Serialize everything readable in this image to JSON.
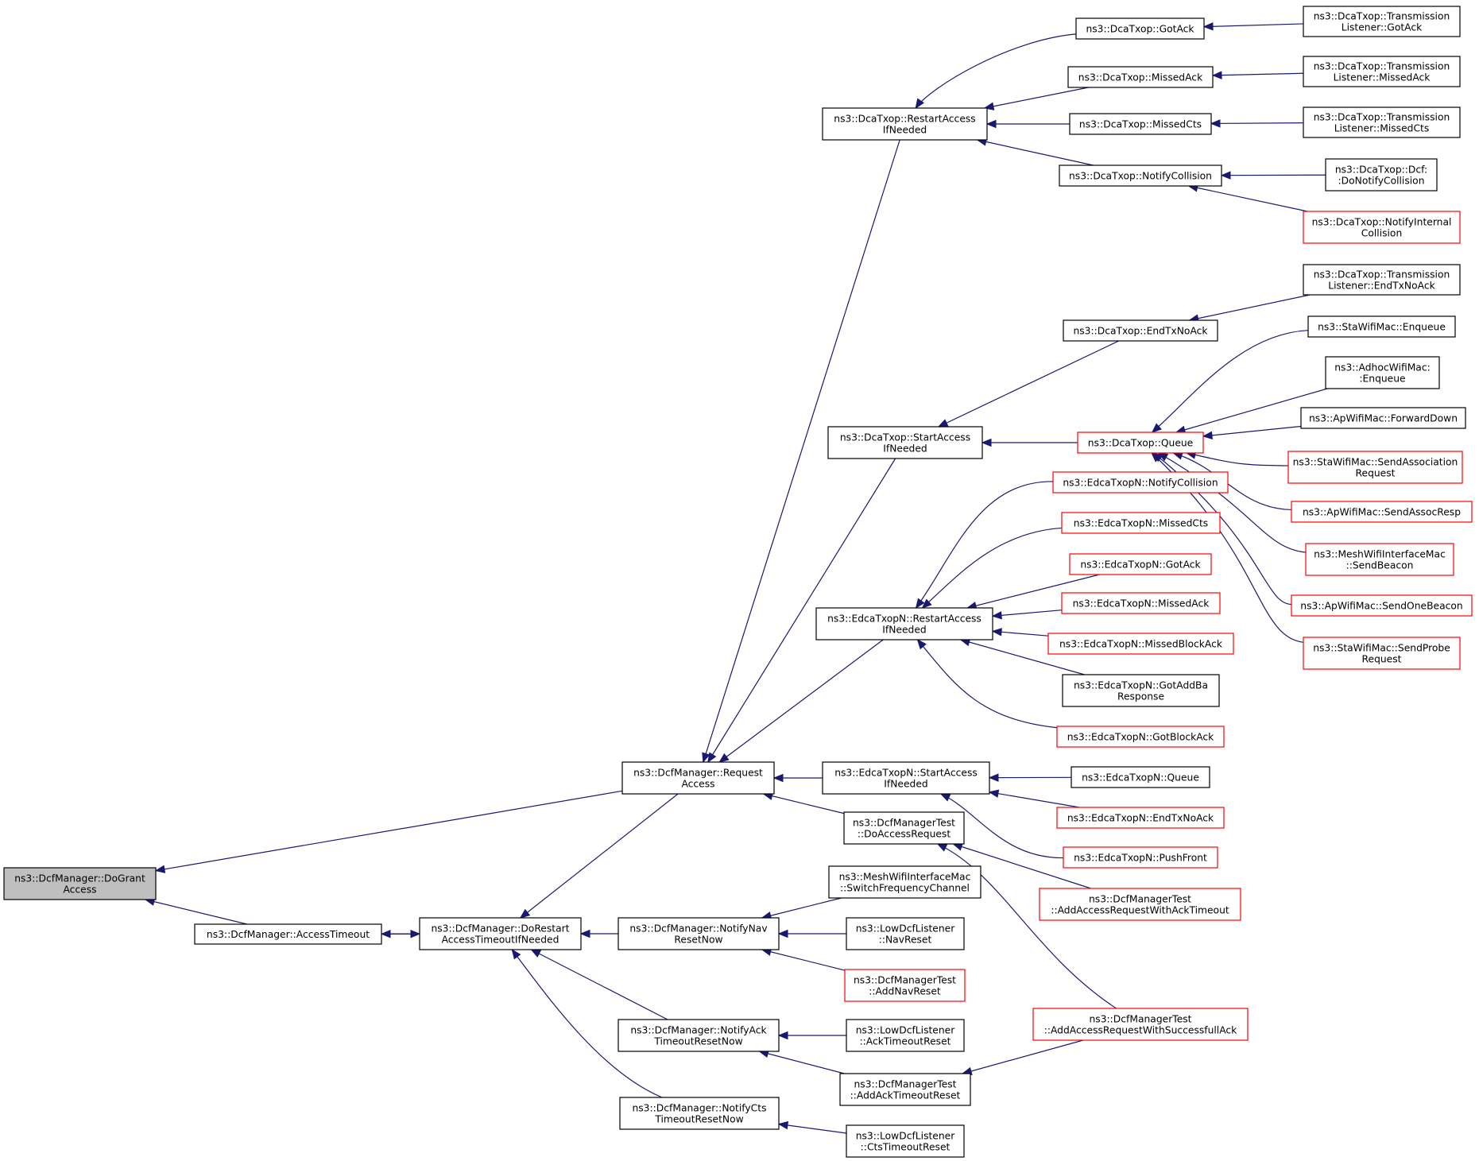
{
  "colors": {
    "edge": "#191970",
    "highlight_fill": "#bfbfbf",
    "border_default": "#000000",
    "border_truncated": "#ff0000",
    "background": "#ffffff"
  },
  "nodes": {
    "doGrantAccess": {
      "lines": [
        "ns3::DcfManager::DoGrant",
        "Access"
      ],
      "style": "highlight"
    },
    "accessTimeout": {
      "lines": [
        "ns3::DcfManager::AccessTimeout"
      ],
      "style": "normal"
    },
    "doRestartAccessTimeout": {
      "lines": [
        "ns3::DcfManager::DoRestart",
        "AccessTimeoutIfNeeded"
      ],
      "style": "normal"
    },
    "requestAccess": {
      "lines": [
        "ns3::DcfManager::Request",
        "Access"
      ],
      "style": "normal"
    },
    "notifyNavResetNow": {
      "lines": [
        "ns3::DcfManager::NotifyNav",
        "ResetNow"
      ],
      "style": "normal"
    },
    "notifyAckTimeoutResetNow": {
      "lines": [
        "ns3::DcfManager::NotifyAck",
        "TimeoutResetNow"
      ],
      "style": "normal"
    },
    "notifyCtsTimeoutResetNow": {
      "lines": [
        "ns3::DcfManager::NotifyCts",
        "TimeoutResetNow"
      ],
      "style": "normal"
    },
    "dcaRestartAccess": {
      "lines": [
        "ns3::DcaTxop::RestartAccess",
        "IfNeeded"
      ],
      "style": "normal"
    },
    "dcaStartAccess": {
      "lines": [
        "ns3::DcaTxop::StartAccess",
        "IfNeeded"
      ],
      "style": "normal"
    },
    "edcaRestartAccess": {
      "lines": [
        "ns3::EdcaTxopN::RestartAccess",
        "IfNeeded"
      ],
      "style": "normal"
    },
    "edcaStartAccess": {
      "lines": [
        "ns3::EdcaTxopN::StartAccess",
        "IfNeeded"
      ],
      "style": "normal"
    },
    "dcfTestDoAccessRequest": {
      "lines": [
        "ns3::DcfManagerTest",
        "::DoAccessRequest"
      ],
      "style": "normal"
    },
    "meshSwitchFreq": {
      "lines": [
        "ns3::MeshWifiInterfaceMac",
        "::SwitchFrequencyChannel"
      ],
      "style": "normal"
    },
    "lowNavReset": {
      "lines": [
        "ns3::LowDcfListener",
        "::NavReset"
      ],
      "style": "normal"
    },
    "dcfTestAddNavReset": {
      "lines": [
        "ns3::DcfManagerTest",
        "::AddNavReset"
      ],
      "style": "truncated"
    },
    "lowAckTimeoutReset": {
      "lines": [
        "ns3::LowDcfListener",
        "::AckTimeoutReset"
      ],
      "style": "normal"
    },
    "dcfTestAddAckTimeoutReset": {
      "lines": [
        "ns3::DcfManagerTest",
        "::AddAckTimeoutReset"
      ],
      "style": "normal"
    },
    "lowCtsTimeoutReset": {
      "lines": [
        "ns3::LowDcfListener",
        "::CtsTimeoutReset"
      ],
      "style": "normal"
    },
    "dcaGotAck": {
      "lines": [
        "ns3::DcaTxop::GotAck"
      ],
      "style": "normal"
    },
    "dcaMissedAck": {
      "lines": [
        "ns3::DcaTxop::MissedAck"
      ],
      "style": "normal"
    },
    "dcaMissedCts": {
      "lines": [
        "ns3::DcaTxop::MissedCts"
      ],
      "style": "normal"
    },
    "dcaNotifyCollision": {
      "lines": [
        "ns3::DcaTxop::NotifyCollision"
      ],
      "style": "normal"
    },
    "dcaEndTxNoAck": {
      "lines": [
        "ns3::DcaTxop::EndTxNoAck"
      ],
      "style": "normal"
    },
    "dcaQueue": {
      "lines": [
        "ns3::DcaTxop::Queue"
      ],
      "style": "truncated"
    },
    "edcaNotifyCollision": {
      "lines": [
        "ns3::EdcaTxopN::NotifyCollision"
      ],
      "style": "truncated"
    },
    "edcaMissedCts": {
      "lines": [
        "ns3::EdcaTxopN::MissedCts"
      ],
      "style": "truncated"
    },
    "edcaGotAck": {
      "lines": [
        "ns3::EdcaTxopN::GotAck"
      ],
      "style": "truncated"
    },
    "edcaMissedAck": {
      "lines": [
        "ns3::EdcaTxopN::MissedAck"
      ],
      "style": "truncated"
    },
    "edcaMissedBlockAck": {
      "lines": [
        "ns3::EdcaTxopN::MissedBlockAck"
      ],
      "style": "truncated"
    },
    "edcaGotAddBaResponse": {
      "lines": [
        "ns3::EdcaTxopN::GotAddBa",
        "Response"
      ],
      "style": "normal"
    },
    "edcaGotBlockAck": {
      "lines": [
        "ns3::EdcaTxopN::GotBlockAck"
      ],
      "style": "truncated"
    },
    "edcaQueue": {
      "lines": [
        "ns3::EdcaTxopN::Queue"
      ],
      "style": "normal"
    },
    "edcaEndTxNoAck": {
      "lines": [
        "ns3::EdcaTxopN::EndTxNoAck"
      ],
      "style": "truncated"
    },
    "edcaPushFront": {
      "lines": [
        "ns3::EdcaTxopN::PushFront"
      ],
      "style": "truncated"
    },
    "dcfTestAddAccessReqAckTimeout": {
      "lines": [
        "ns3::DcfManagerTest",
        "::AddAccessRequestWithAckTimeout"
      ],
      "style": "truncated"
    },
    "dcfTestAddAccessReqSuccessfullAck": {
      "lines": [
        "ns3::DcfManagerTest",
        "::AddAccessRequestWithSuccessfullAck"
      ],
      "style": "truncated"
    },
    "tlGotAck": {
      "lines": [
        "ns3::DcaTxop::Transmission",
        "Listener::GotAck"
      ],
      "style": "normal"
    },
    "tlMissedAck": {
      "lines": [
        "ns3::DcaTxop::Transmission",
        "Listener::MissedAck"
      ],
      "style": "normal"
    },
    "tlMissedCts": {
      "lines": [
        "ns3::DcaTxop::Transmission",
        "Listener::MissedCts"
      ],
      "style": "normal"
    },
    "dcfDoNotifyCollision": {
      "lines": [
        "ns3::DcaTxop::Dcf:",
        ":DoNotifyCollision"
      ],
      "style": "normal"
    },
    "dcaNotifyInternalCollision": {
      "lines": [
        "ns3::DcaTxop::NotifyInternal",
        "Collision"
      ],
      "style": "truncated"
    },
    "tlEndTxNoAck": {
      "lines": [
        "ns3::DcaTxop::Transmission",
        "Listener::EndTxNoAck"
      ],
      "style": "normal"
    },
    "staEnqueue": {
      "lines": [
        "ns3::StaWifiMac::Enqueue"
      ],
      "style": "normal"
    },
    "adhocEnqueue": {
      "lines": [
        "ns3::AdhocWifiMac:",
        ":Enqueue"
      ],
      "style": "normal"
    },
    "apForwardDown": {
      "lines": [
        "ns3::ApWifiMac::ForwardDown"
      ],
      "style": "normal"
    },
    "staSendAssocRequest": {
      "lines": [
        "ns3::StaWifiMac::SendAssociation",
        "Request"
      ],
      "style": "truncated"
    },
    "apSendAssocResp": {
      "lines": [
        "ns3::ApWifiMac::SendAssocResp"
      ],
      "style": "truncated"
    },
    "meshSendBeacon": {
      "lines": [
        "ns3::MeshWifiInterfaceMac",
        "::SendBeacon"
      ],
      "style": "truncated"
    },
    "apSendOneBeacon": {
      "lines": [
        "ns3::ApWifiMac::SendOneBeacon"
      ],
      "style": "truncated"
    },
    "staSendProbeRequest": {
      "lines": [
        "ns3::StaWifiMac::SendProbe",
        "Request"
      ],
      "style": "truncated"
    }
  },
  "edges": [
    [
      "accessTimeout",
      "doGrantAccess"
    ],
    [
      "requestAccess",
      "doGrantAccess"
    ],
    [
      "doRestartAccessTimeout",
      "accessTimeout"
    ],
    [
      "accessTimeout",
      "doRestartAccessTimeout"
    ],
    [
      "requestAccess",
      "doRestartAccessTimeout"
    ],
    [
      "notifyNavResetNow",
      "doRestartAccessTimeout"
    ],
    [
      "notifyAckTimeoutResetNow",
      "doRestartAccessTimeout"
    ],
    [
      "notifyCtsTimeoutResetNow",
      "doRestartAccessTimeout"
    ],
    [
      "dcaRestartAccess",
      "requestAccess"
    ],
    [
      "dcaStartAccess",
      "requestAccess"
    ],
    [
      "edcaRestartAccess",
      "requestAccess"
    ],
    [
      "edcaStartAccess",
      "requestAccess"
    ],
    [
      "dcfTestDoAccessRequest",
      "requestAccess"
    ],
    [
      "meshSwitchFreq",
      "notifyNavResetNow"
    ],
    [
      "lowNavReset",
      "notifyNavResetNow"
    ],
    [
      "dcfTestAddNavReset",
      "notifyNavResetNow"
    ],
    [
      "lowAckTimeoutReset",
      "notifyAckTimeoutResetNow"
    ],
    [
      "dcfTestAddAckTimeoutReset",
      "notifyAckTimeoutResetNow"
    ],
    [
      "lowCtsTimeoutReset",
      "notifyCtsTimeoutResetNow"
    ],
    [
      "dcaGotAck",
      "dcaRestartAccess"
    ],
    [
      "dcaMissedAck",
      "dcaRestartAccess"
    ],
    [
      "dcaMissedCts",
      "dcaRestartAccess"
    ],
    [
      "dcaNotifyCollision",
      "dcaRestartAccess"
    ],
    [
      "dcaEndTxNoAck",
      "dcaStartAccess"
    ],
    [
      "dcaQueue",
      "dcaStartAccess"
    ],
    [
      "edcaNotifyCollision",
      "edcaRestartAccess"
    ],
    [
      "edcaMissedCts",
      "edcaRestartAccess"
    ],
    [
      "edcaGotAck",
      "edcaRestartAccess"
    ],
    [
      "edcaMissedAck",
      "edcaRestartAccess"
    ],
    [
      "edcaMissedBlockAck",
      "edcaRestartAccess"
    ],
    [
      "edcaGotAddBaResponse",
      "edcaRestartAccess"
    ],
    [
      "edcaGotBlockAck",
      "edcaRestartAccess"
    ],
    [
      "edcaQueue",
      "edcaStartAccess"
    ],
    [
      "edcaEndTxNoAck",
      "edcaStartAccess"
    ],
    [
      "edcaPushFront",
      "edcaStartAccess"
    ],
    [
      "dcfTestAddAccessReqAckTimeout",
      "dcfTestDoAccessRequest"
    ],
    [
      "dcfTestAddAccessReqSuccessfullAck",
      "dcfTestDoAccessRequest"
    ],
    [
      "dcfTestAddAccessReqSuccessfullAck",
      "dcfTestAddAckTimeoutReset"
    ],
    [
      "tlGotAck",
      "dcaGotAck"
    ],
    [
      "tlMissedAck",
      "dcaMissedAck"
    ],
    [
      "tlMissedCts",
      "dcaMissedCts"
    ],
    [
      "dcfDoNotifyCollision",
      "dcaNotifyCollision"
    ],
    [
      "dcaNotifyInternalCollision",
      "dcaNotifyCollision"
    ],
    [
      "tlEndTxNoAck",
      "dcaEndTxNoAck"
    ],
    [
      "staEnqueue",
      "dcaQueue"
    ],
    [
      "adhocEnqueue",
      "dcaQueue"
    ],
    [
      "apForwardDown",
      "dcaQueue"
    ],
    [
      "staSendAssocRequest",
      "dcaQueue"
    ],
    [
      "apSendAssocResp",
      "dcaQueue"
    ],
    [
      "meshSendBeacon",
      "dcaQueue"
    ],
    [
      "apSendOneBeacon",
      "dcaQueue"
    ],
    [
      "staSendProbeRequest",
      "dcaQueue"
    ]
  ]
}
